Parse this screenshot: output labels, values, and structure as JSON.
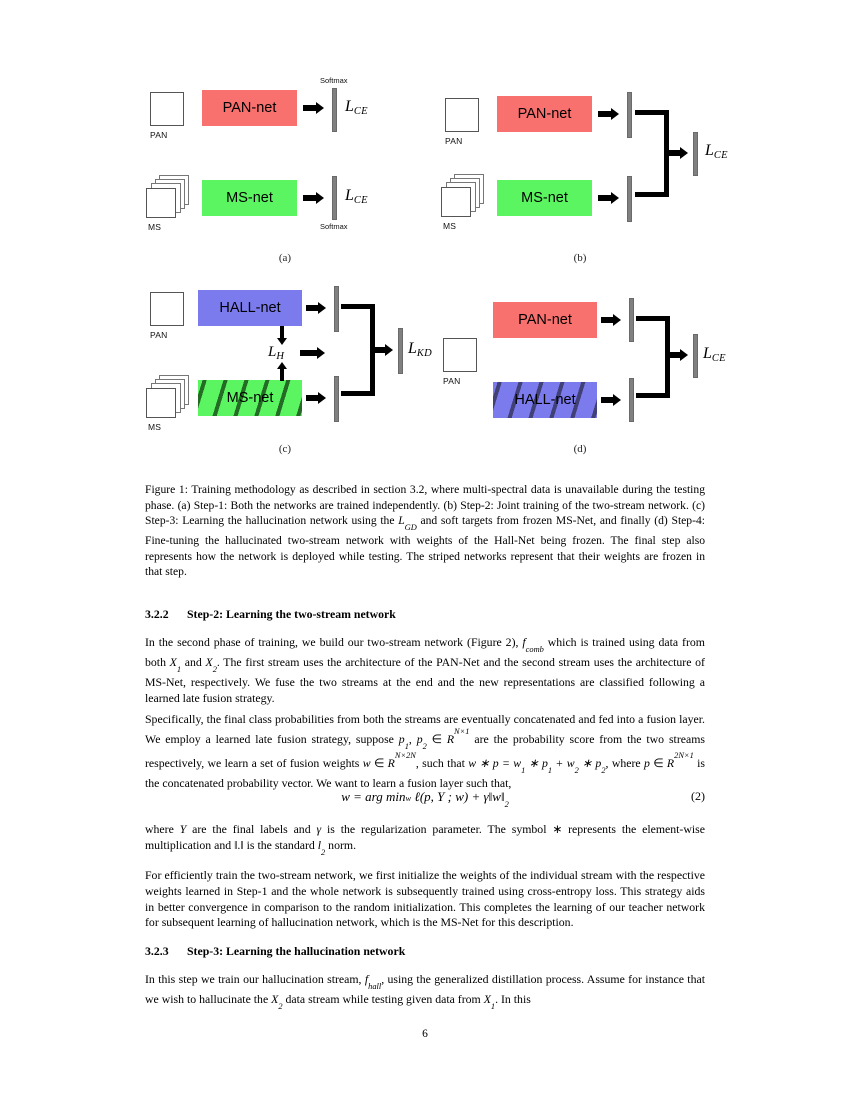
{
  "figure": {
    "panels": [
      {
        "id": "a",
        "caption": "(a)",
        "inputs": [
          {
            "label": "PAN",
            "type": "single"
          },
          {
            "label": "MS",
            "type": "stack"
          }
        ],
        "networks": [
          {
            "label": "PAN-net",
            "color": "#f8716f",
            "frozen": false
          },
          {
            "label": "MS-net",
            "color": "#5cf562",
            "frozen": false
          }
        ],
        "softmax_labels": [
          "Softmax",
          "Softmax"
        ],
        "losses": [
          {
            "symbol": "L",
            "subscript": "CE"
          },
          {
            "symbol": "L",
            "subscript": "CE"
          }
        ]
      },
      {
        "id": "b",
        "caption": "(b)",
        "inputs": [
          {
            "label": "PAN",
            "type": "single"
          },
          {
            "label": "MS",
            "type": "stack"
          }
        ],
        "networks": [
          {
            "label": "PAN-net",
            "color": "#f8716f",
            "frozen": false
          },
          {
            "label": "MS-net",
            "color": "#5cf562",
            "frozen": false
          }
        ],
        "losses": [
          {
            "symbol": "L",
            "subscript": "CE"
          }
        ]
      },
      {
        "id": "c",
        "caption": "(c)",
        "inputs": [
          {
            "label": "PAN",
            "type": "single"
          },
          {
            "label": "MS",
            "type": "stack"
          }
        ],
        "networks": [
          {
            "label": "HALL-net",
            "color": "#7b7bee",
            "frozen": false
          },
          {
            "label": "MS-net",
            "color": "#5cf562",
            "frozen": true
          }
        ],
        "losses": [
          {
            "symbol": "L",
            "subscript": "H"
          },
          {
            "symbol": "L",
            "subscript": "KD"
          }
        ]
      },
      {
        "id": "d",
        "caption": "(d)",
        "inputs": [
          {
            "label": "PAN",
            "type": "single"
          }
        ],
        "networks": [
          {
            "label": "PAN-net",
            "color": "#f8716f",
            "frozen": false
          },
          {
            "label": "HALL-net",
            "color": "#7b7bee",
            "frozen": true
          }
        ],
        "losses": [
          {
            "symbol": "L",
            "subscript": "CE"
          }
        ]
      }
    ]
  },
  "caption": {
    "text": "Figure 1: Training methodology as described in section 3.2, where multi-spectral data is unavailable during the testing phase. (a) Step-1: Both the networks are trained independently. (b) Step-2: Joint training of the two-stream network. (c) Step-3: Learning the hallucination network using the ",
    "math1": "L",
    "math1_sub": "GD",
    "text2": " and soft targets from frozen MS-Net, and finally (d) Step-4: Fine-tuning the hallucinated two-stream network with weights of the Hall-Net being frozen. The final step also represents how the network is deployed while testing. The striped networks represent that their weights are frozen in that step."
  },
  "sections": {
    "s322": {
      "number": "3.2.2",
      "title": "Step-2: Learning the two-stream network",
      "para1_a": "In the second phase of training, we build our two-stream network (Figure 2), ",
      "para1_math": "f",
      "para1_math_sub": "comb",
      "para1_b": " which is trained using data from both ",
      "para1_x1": "X",
      "para1_x1_sub": "1",
      "para1_c": " and ",
      "para1_x2": "X",
      "para1_x2_sub": "2",
      "para1_d": ". The first stream uses the architecture of the PAN-Net and the second stream uses the architecture of MS-Net, respectively. We fuse the two streams at the end and the new representations are classified following a learned late fusion strategy.",
      "para2_a": "Specifically, the final class probabilities from both the streams are eventually concatenated and fed into a fusion layer. We employ a learned late fusion strategy, suppose ",
      "para2_p1": "p",
      "para2_p1_sub": "1",
      "para2_b": ", ",
      "para2_p2": "p",
      "para2_p2_sub": "2",
      "para2_c": " ∈ ",
      "para2_R1": "R",
      "para2_R1_sup": "N×1",
      "para2_d": " are the probability score from the two streams respectively, we learn a set of fusion weights ",
      "para2_w": "w",
      "para2_e": " ∈ ",
      "para2_R2": "R",
      "para2_R2_sup": "N×2N",
      "para2_f": ", such that ",
      "para2_eq": "w ∗ p = w",
      "para2_eq_s1": "1",
      "para2_eq2": " ∗ p",
      "para2_eq_s2": "1",
      "para2_eq3": " + w",
      "para2_eq_s3": "2",
      "para2_eq4": " ∗ p",
      "para2_eq_s4": "2",
      "para2_g": ", where ",
      "para2_p": "p",
      "para2_h": " ∈ ",
      "para2_R3": "R",
      "para2_R3_sup": "2N×1",
      "para2_i": " is the concatenated probability vector. We want to learn a fusion layer such that,",
      "equation": {
        "lhs": "w = arg min",
        "under": "w",
        "rhs": "ℓ(p, Y ; w) + γ‖w‖",
        "rhs_sub": "2",
        "number": "(2)"
      },
      "para3_a": "where ",
      "para3_Y": "Y",
      "para3_b": " are the final labels and ",
      "para3_g": "γ",
      "para3_c": " is the regularization parameter. The symbol ",
      "para3_star": "∗",
      "para3_d": " represents the element-wise multiplication and ",
      "para3_norm": "‖.‖",
      "para3_e": " is the standard ",
      "para3_l": "l",
      "para3_l_sub": "2",
      "para3_f": " norm.",
      "para4": "For efficiently train the two-stream network, we first initialize the weights of the individual stream with the respective weights learned in Step-1 and the whole network is subsequently trained using cross-entropy loss. This strategy aids in better convergence in comparison to the random initialization. This completes the learning of our teacher network for subsequent learning of hallucination network, which is the MS-Net for this description."
    },
    "s323": {
      "number": "3.2.3",
      "title": "Step-3: Learning the hallucination network",
      "para1_a": "In this step we train our hallucination stream, ",
      "para1_math": "f",
      "para1_math_sub": "hall",
      "para1_b": ", using the generalized distillation process. Assume for instance that we wish to hallucinate the ",
      "para1_x2": "X",
      "para1_x2_sub": "2",
      "para1_c": " data stream while testing given data from ",
      "para1_x1": "X",
      "para1_x1_sub": "1",
      "para1_d": ". In this"
    }
  },
  "page_number": "6"
}
